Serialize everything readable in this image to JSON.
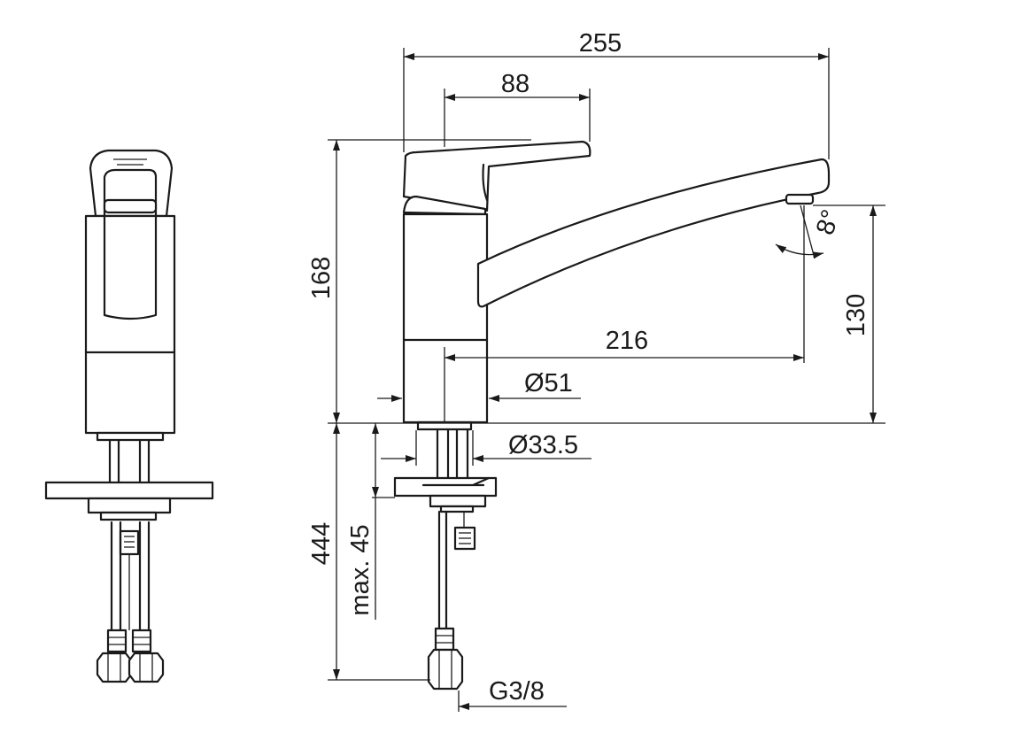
{
  "dimensions": {
    "overall_width": "255",
    "lever_length": "88",
    "total_height": "168",
    "spout_height": "130",
    "spout_reach": "216",
    "body_diameter": "Ø51",
    "shank_diameter": "Ø33.5",
    "shank_length": "444",
    "max_deck_thickness": "max. 45",
    "spout_angle": "8°",
    "connection_thread": "G3/8"
  }
}
